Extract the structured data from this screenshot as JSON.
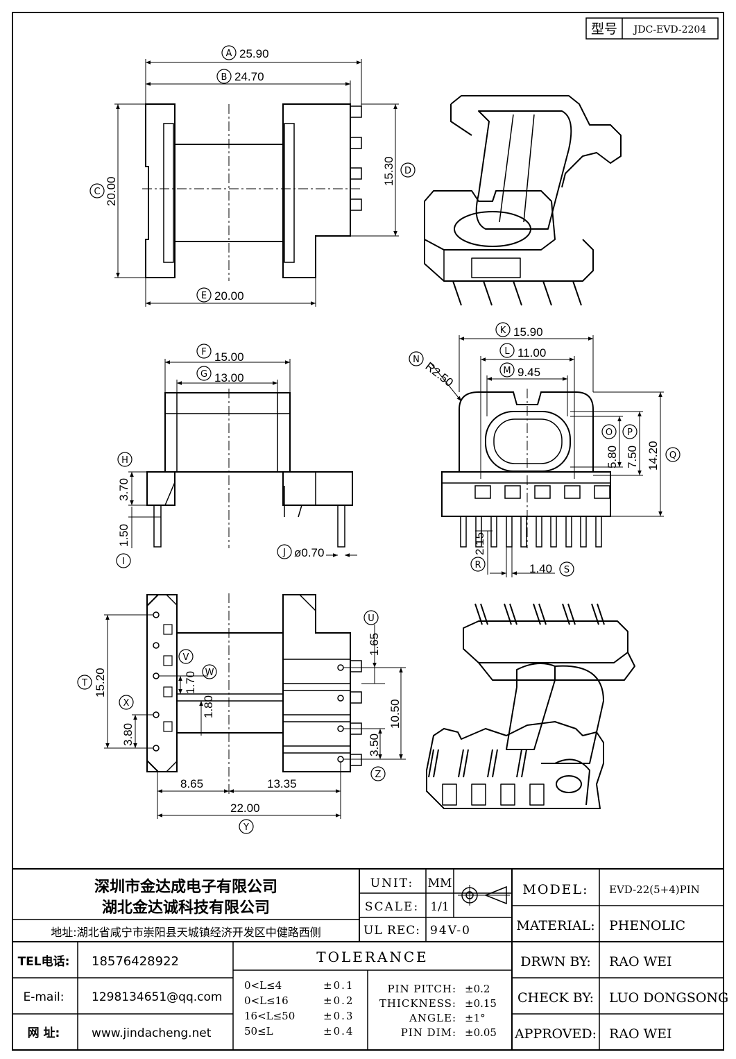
{
  "model_box": {
    "label": "型号",
    "value": "JDC-EVD-2204"
  },
  "views": {
    "top_view": {
      "A": {
        "letter": "A",
        "value": "25.90"
      },
      "B": {
        "letter": "B",
        "value": "24.70"
      },
      "C": {
        "letter": "C",
        "value": "20.00"
      },
      "D": {
        "letter": "D",
        "value": "15.30"
      },
      "E": {
        "letter": "E",
        "value": "20.00"
      }
    },
    "side_view": {
      "F": {
        "letter": "F",
        "value": "15.00"
      },
      "G": {
        "letter": "G",
        "value": "13.00"
      },
      "H": {
        "letter": "H",
        "value": "3.70"
      },
      "I": {
        "letter": "I",
        "value": "1.50"
      },
      "J": {
        "letter": "J",
        "value": "ø0.70"
      }
    },
    "front_view": {
      "K": {
        "letter": "K",
        "value": "15.90"
      },
      "L": {
        "letter": "L",
        "value": "11.00"
      },
      "M": {
        "letter": "M",
        "value": "9.45"
      },
      "N": {
        "letter": "N",
        "value": "R2.50"
      },
      "O": {
        "letter": "O",
        "value": "5.80"
      },
      "P": {
        "letter": "P",
        "value": "7.50"
      },
      "Q": {
        "letter": "Q",
        "value": "14.20"
      },
      "R": {
        "letter": "R",
        "value": "2.15"
      },
      "S": {
        "letter": "S",
        "value": "1.40"
      }
    },
    "bottom_view": {
      "T": {
        "letter": "T",
        "value": "15.20"
      },
      "U": {
        "letter": "U",
        "value": "1.65"
      },
      "V": {
        "letter": "V",
        "value": "1.70"
      },
      "W": {
        "letter": "W",
        "value": "1.80"
      },
      "X": {
        "letter": "X",
        "value": "3.80"
      },
      "Z": {
        "letter": "Z",
        "value": "3.50"
      },
      "Y": {
        "letter": "Y",
        "value": "22.00"
      },
      "pitch_10_50": "10.50",
      "left_8_65": "8.65",
      "right_13_35": "13.35"
    }
  },
  "title_block": {
    "company_1": "深圳市金达成电子有限公司",
    "company_2": "湖北金达诚科技有限公司",
    "address": "地址:湖北省咸宁市崇阳县天城镇经济开发区中健路西侧",
    "unit_label": "UNIT:",
    "unit_value": "MM",
    "scale_label": "SCALE:",
    "scale_value": "1/1",
    "ul_label": "UL REC:",
    "ul_value": "94V-0",
    "model_label": "MODEL:",
    "model_value": "EVD-22(5+4)PIN",
    "material_label": "MATERIAL:",
    "material_value": "PHENOLIC",
    "drawn_label": "DRWN BY:",
    "drawn_value": "RAO WEI",
    "check_label": "CHECK BY:",
    "check_value": "LUO DONGSONG",
    "approved_label": "APPROVED:",
    "approved_value": "RAO WEI",
    "tel_label": "TEL电话:",
    "tel_value": "18576428922",
    "email_label": "E-mail:",
    "email_value": "1298134651@qq.com",
    "web_label": "网    址:",
    "web_value": "www.jindacheng.net",
    "tolerance_title": "TOLERANCE",
    "tolerance_rows": [
      {
        "range": "0<L≤4",
        "tol": "±0.1"
      },
      {
        "range": "0<L≤16",
        "tol": "±0.2"
      },
      {
        "range": "16<L≤50",
        "tol": "±0.3"
      },
      {
        "range": "50≤L",
        "tol": "±0.4"
      }
    ],
    "pin_rows": [
      {
        "label": "PIN PITCH:",
        "value": "±0.2"
      },
      {
        "label": "THICKNESS:",
        "value": "±0.15"
      },
      {
        "label": "ANGLE:",
        "value": "±1°"
      },
      {
        "label": "PIN DIM:",
        "value": "±0.05"
      }
    ]
  }
}
